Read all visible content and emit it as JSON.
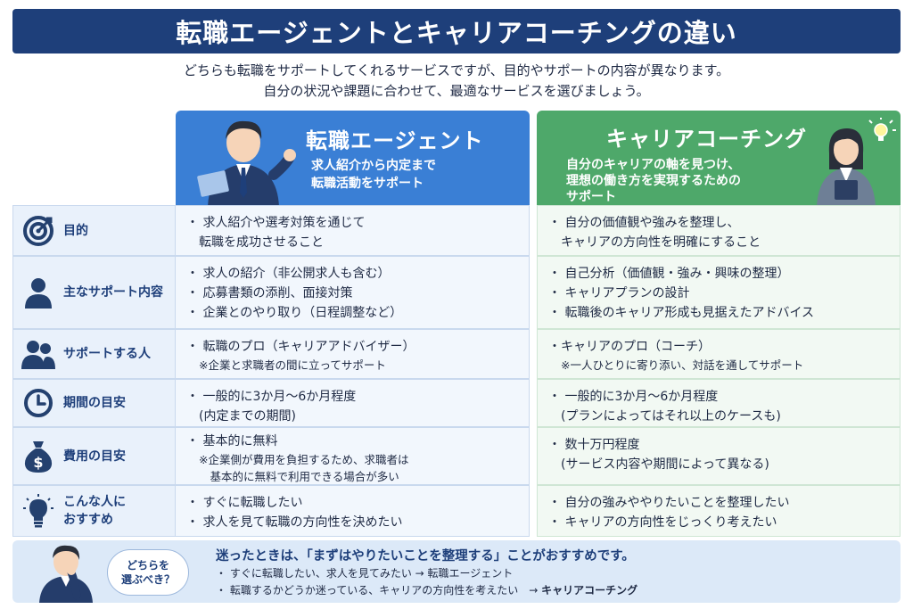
{
  "title": "転職エージェントとキャリアコーチングの違い",
  "intro": [
    "どちらも転職をサポートしてくれるサービスですが、目的やサポートの内容が異なります。",
    "自分の状況や課題に合わせて、最適なサービスを選びましょう。"
  ],
  "agent": {
    "title": "転職エージェント",
    "subtitle": [
      "求人紹介から内定まで",
      "転職活動をサポート"
    ],
    "color": "#3a7fd5"
  },
  "coach": {
    "title": "キャリアコーチング",
    "subtitle": [
      "自分のキャリアの軸を見つけ、",
      "理想の働き方を実現するための",
      "サポート"
    ],
    "color": "#4ea86a"
  },
  "rows": [
    {
      "label": [
        "目的"
      ],
      "icon": "target-icon",
      "agent": {
        "lines": [
          "・ 求人紹介や選考対策を通じて",
          "　転職を成功させること"
        ],
        "notes": []
      },
      "coach": {
        "lines": [
          "・ 自分の価値観や強みを整理し、",
          "　キャリアの方向性を明確にすること"
        ],
        "notes": []
      }
    },
    {
      "label": [
        "主なサポート内容"
      ],
      "icon": "person-icon",
      "agent": {
        "lines": [
          "・ 求人の紹介（非公開求人も含む）",
          "・ 応募書類の添削、面接対策",
          "・ 企業とのやり取り（日程調整など）"
        ],
        "notes": []
      },
      "coach": {
        "lines": [
          "・ 自己分析（価値観・強み・興味の整理）",
          "・ キャリアプランの設計",
          "・ 転職後のキャリア形成も見据えたアドバイス"
        ],
        "notes": []
      }
    },
    {
      "label": [
        "サポートする人"
      ],
      "icon": "people-icon",
      "agent": {
        "lines": [
          "・ 転職のプロ（キャリアアドバイザー）"
        ],
        "notes": [
          "※企業と求職者の間に立ってサポート"
        ]
      },
      "coach": {
        "lines": [
          "・キャリアのプロ（コーチ）"
        ],
        "notes": [
          "※一人ひとりに寄り添い、対話を通してサポート"
        ]
      }
    },
    {
      "label": [
        "期間の目安"
      ],
      "icon": "clock-icon",
      "agent": {
        "lines": [
          "・ 一般的に3か月〜6か月程度",
          "　(内定までの期間)"
        ],
        "notes": []
      },
      "coach": {
        "lines": [
          "・ 一般的に3か月〜6か月程度",
          "　(プランによってはそれ以上のケースも)"
        ],
        "notes": []
      }
    },
    {
      "label": [
        "費用の目安"
      ],
      "icon": "money-bag-icon",
      "agent": {
        "lines": [
          "・ 基本的に無料"
        ],
        "notes": [
          "※企業側が費用を負担するため、求職者は",
          "　基本的に無料で利用できる場合が多い"
        ]
      },
      "coach": {
        "lines": [
          "・ 数十万円程度",
          "　(サービス内容や期間によって異なる)"
        ],
        "notes": []
      }
    },
    {
      "label": [
        "こんな人に",
        "おすすめ"
      ],
      "icon": "lightbulb-icon",
      "agent": {
        "lines": [
          "・ すぐに転職したい",
          "・ 求人を見て転職の方向性を決めたい"
        ],
        "notes": []
      },
      "coach": {
        "lines": [
          "・ 自分の強みややりたいことを整理したい",
          "・ キャリアの方向性をじっくり考えたい"
        ],
        "notes": []
      }
    }
  ],
  "bottom": {
    "bubble": [
      "どちらを",
      "選ぶべき？"
    ],
    "title": "迷ったときは、「まずはやりたいことを整理する」ことがおすすめです。",
    "lines": [
      {
        "text": "・ すぐに転職したい、求人を見てみたい → ",
        "target": "転職エージェント"
      },
      {
        "text": "・ 転職するかどうか迷っている、キャリアの方向性を考えたい　→ ",
        "target": "キャリアコーチング"
      }
    ]
  }
}
